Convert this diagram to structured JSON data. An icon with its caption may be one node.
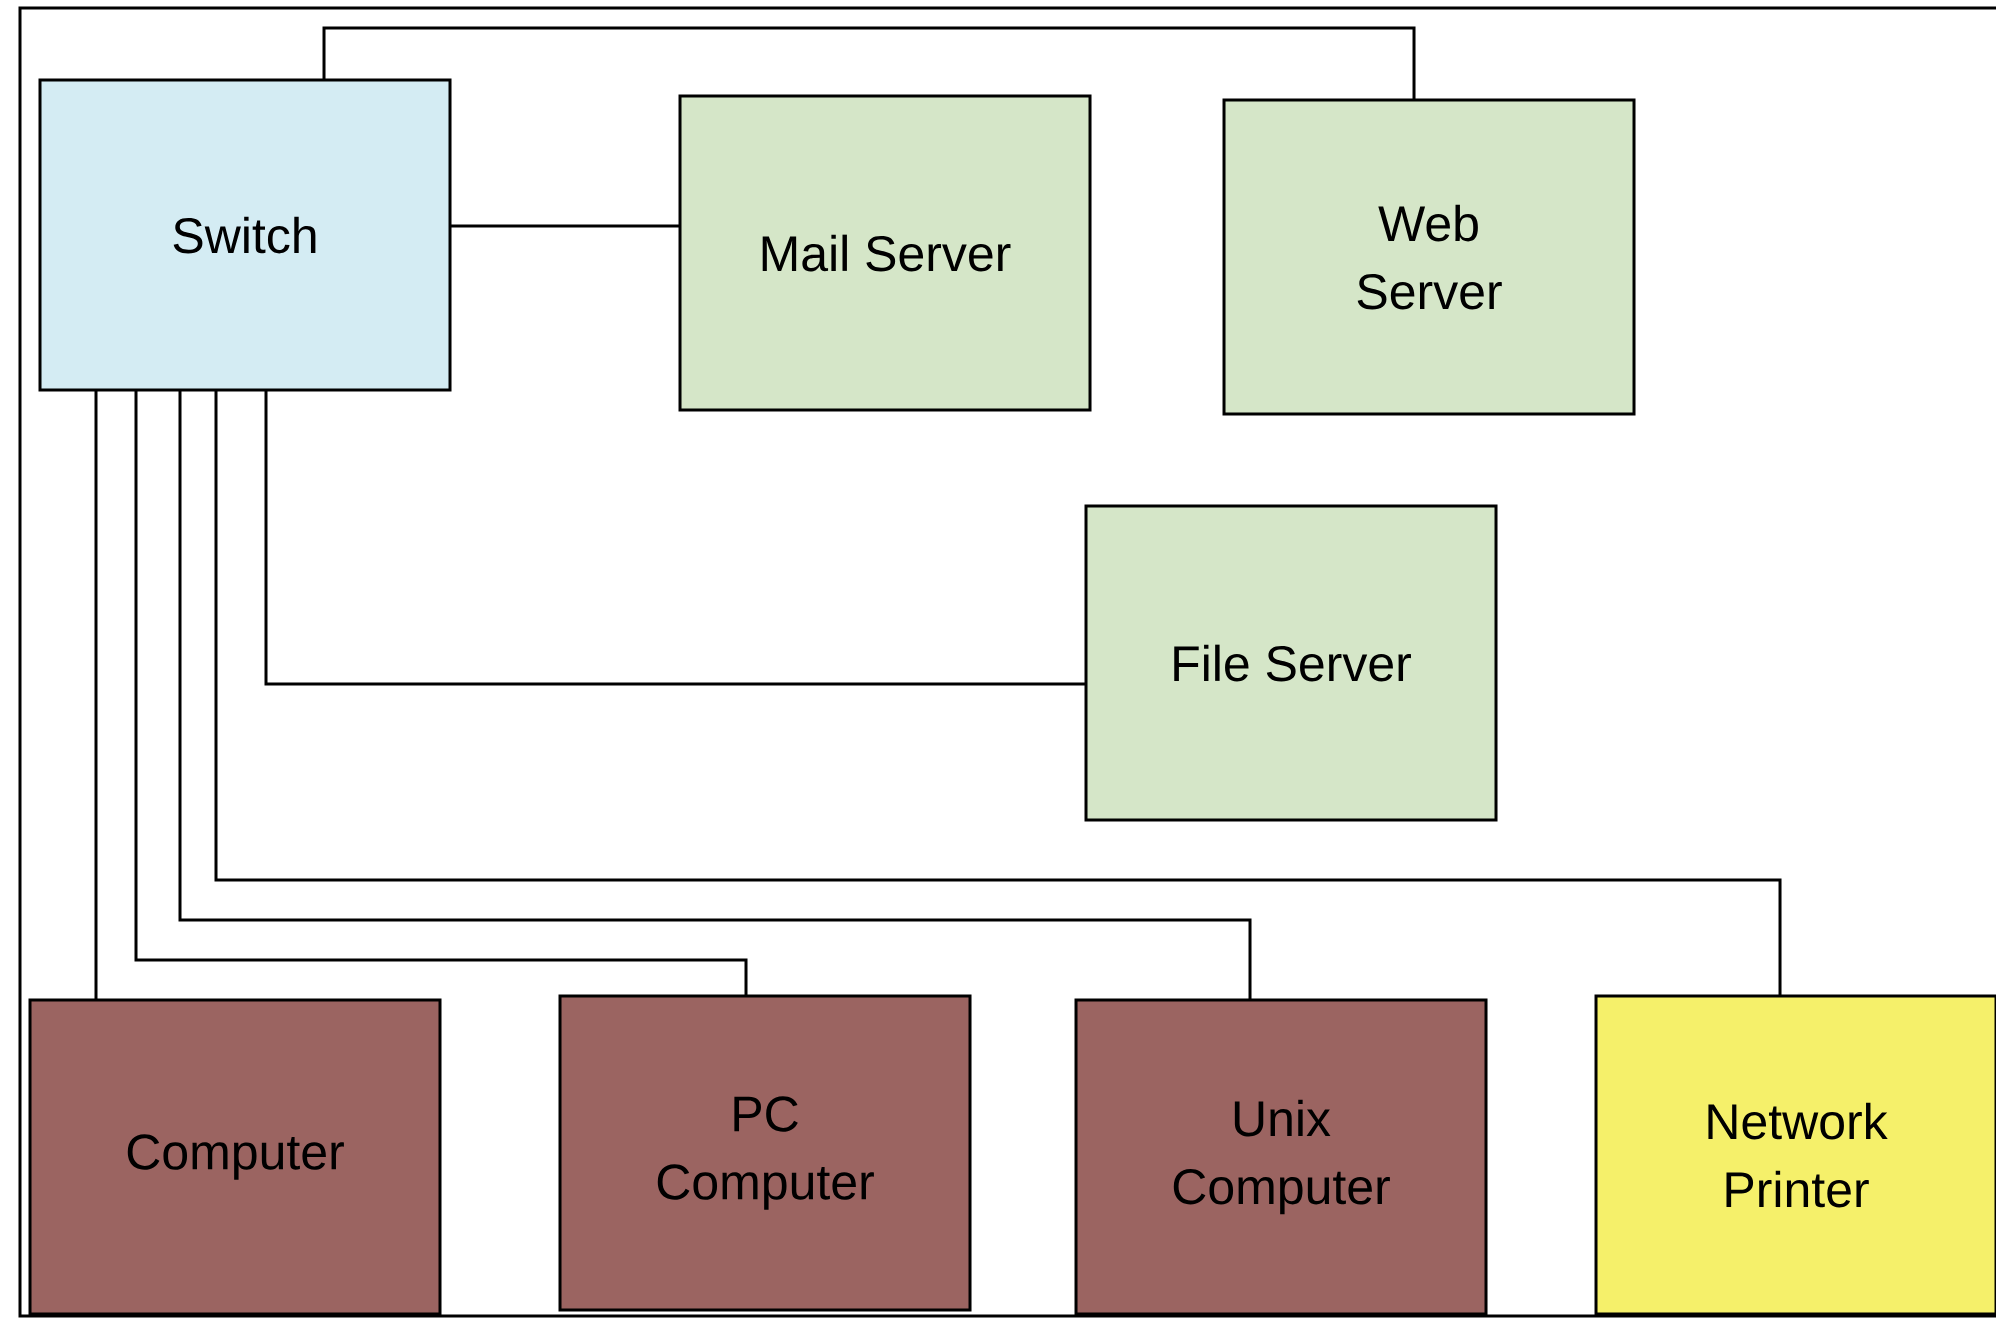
{
  "diagram": {
    "nodes": [
      {
        "text": [
          "Switch"
        ]
      },
      {
        "text": [
          "Mail Server"
        ]
      },
      {
        "text": [
          "Web Server"
        ]
      },
      {
        "text": [
          "File Server"
        ]
      },
      {
        "text": [
          "Computer"
        ]
      },
      {
        "text": [
          "PC Computer"
        ]
      },
      {
        "text": [
          "Unix Computer"
        ]
      },
      {
        "text": [
          "Network Printer"
        ]
      }
    ],
    "edges": [
      {
        "from": 0,
        "to": 2,
        "arrow": "none"
      },
      {
        "from": 0,
        "to": 1,
        "arrow": "none"
      },
      {
        "from": 0,
        "to": 3,
        "arrow": "none"
      },
      {
        "from": 0,
        "to": 4,
        "arrow": "none"
      },
      {
        "from": 0,
        "to": 5,
        "arrow": "none"
      },
      {
        "from": 0,
        "to": 6,
        "arrow": "none"
      },
      {
        "from": 0,
        "to": 7,
        "arrow": "none"
      }
    ]
  }
}
